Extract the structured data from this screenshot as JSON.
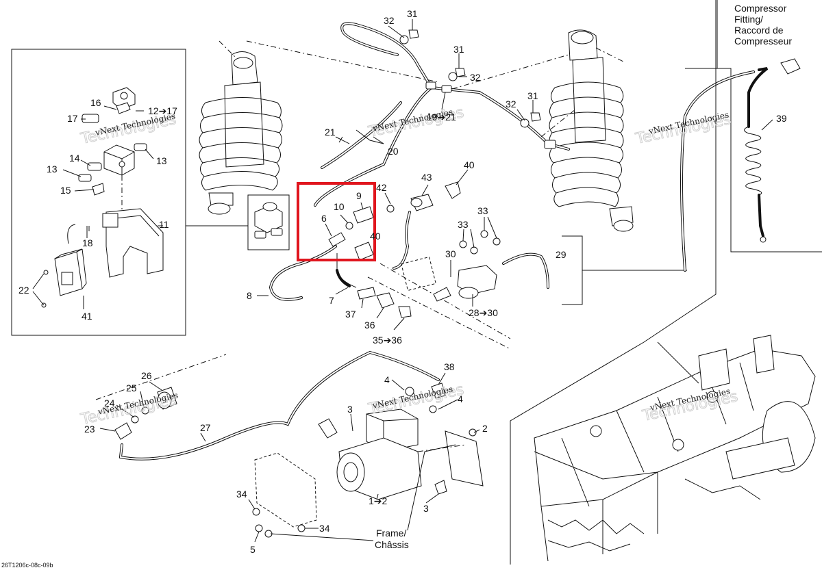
{
  "callouts": {
    "c31a": "31",
    "c32a": "32",
    "c31b": "31",
    "c32b": "32",
    "c31c": "31",
    "c32c": "32",
    "c19_21": "19➔21",
    "c21": "21",
    "c20": "20",
    "c16": "16",
    "c12_17": "12➔17",
    "c17": "17",
    "c14": "14",
    "c13a": "13",
    "c13b": "13",
    "c15": "15",
    "c11": "11",
    "c18": "18",
    "c22": "22",
    "c41": "41",
    "c9": "9",
    "c10": "10",
    "c6": "6",
    "c42": "42",
    "c43": "43",
    "c40a": "40",
    "c40b": "40",
    "c8": "8",
    "c7": "7",
    "c37": "37",
    "c36": "36",
    "c35_36": "35➔36",
    "c33a": "33",
    "c33b": "33",
    "c30": "30",
    "c29": "29",
    "c28_30": "28➔30",
    "c39": "39",
    "c26": "26",
    "c25": "25",
    "c24": "24",
    "c23": "23",
    "c27": "27",
    "c38": "38",
    "c4a": "4",
    "c4b": "4",
    "c3a": "3",
    "c2": "2",
    "c1_2": "1➔2",
    "c3b": "3",
    "c34a": "34",
    "c34b": "34",
    "c5": "5"
  },
  "compressor_label": {
    "line1": "Compressor",
    "line2": "Fitting/",
    "line3": "Raccord de",
    "line4": "Compresseur"
  },
  "frame_label": {
    "line1": "Frame/",
    "line2": "Châssis"
  },
  "watermark": {
    "brand": "vNext Technologies",
    "big": "Technologies"
  },
  "reference_code": "26T1206c-08c-09b",
  "highlight_color": "#e0161e"
}
